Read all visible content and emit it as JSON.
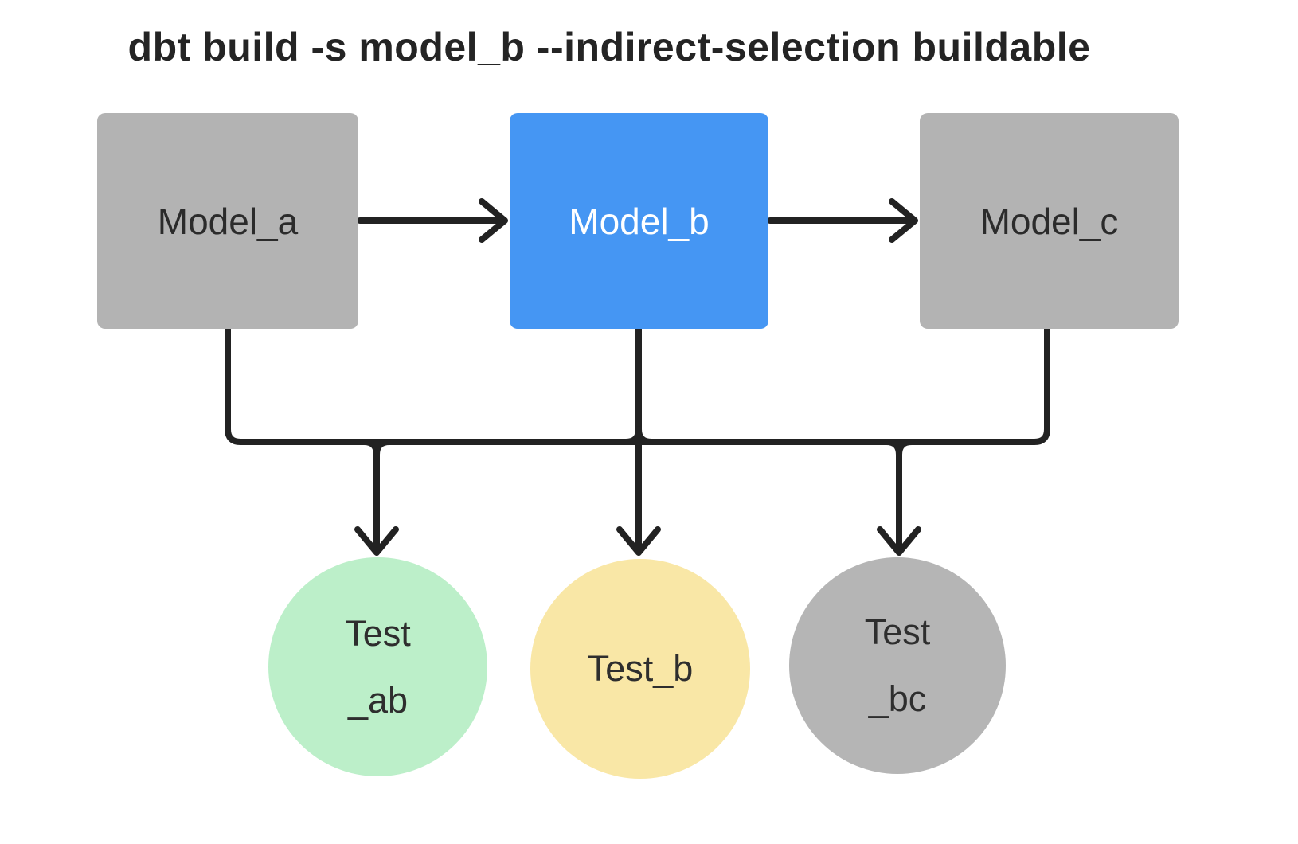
{
  "title": "dbt build -s model_b --indirect-selection buildable",
  "colors": {
    "background": "#ffffff",
    "title_text": "#242424",
    "edge": "#222222",
    "model_default": "#b3b3b3",
    "model_selected": "#4596f3",
    "model_label_dark": "#2b2b2b",
    "model_label_light": "#ffffff",
    "test_ab_fill": "#bcefc9",
    "test_b_fill": "#f9e7a6",
    "test_bc_fill": "#b5b5b5"
  },
  "nodes": {
    "model_a": {
      "label": "Model_a",
      "kind": "model",
      "selected": false
    },
    "model_b": {
      "label": "Model_b",
      "kind": "model",
      "selected": true
    },
    "model_c": {
      "label": "Model_c",
      "kind": "model",
      "selected": false
    },
    "test_ab": {
      "label_line1": "Test",
      "label_line2": "_ab",
      "kind": "test"
    },
    "test_b": {
      "label": "Test_b",
      "kind": "test"
    },
    "test_bc": {
      "label_line1": "Test",
      "label_line2": "_bc",
      "kind": "test"
    }
  },
  "edges": [
    {
      "from": "model_a",
      "to": "model_b"
    },
    {
      "from": "model_b",
      "to": "model_c"
    },
    {
      "from": "model_a",
      "to": "test_ab"
    },
    {
      "from": "model_b",
      "to": "test_ab"
    },
    {
      "from": "model_b",
      "to": "test_b"
    },
    {
      "from": "model_b",
      "to": "test_bc"
    },
    {
      "from": "model_c",
      "to": "test_bc"
    }
  ]
}
